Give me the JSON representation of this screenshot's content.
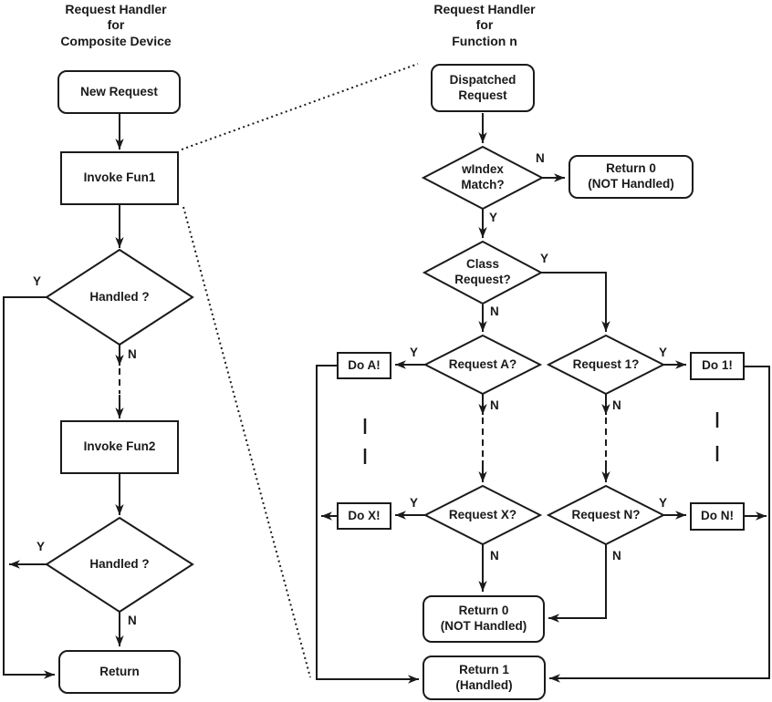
{
  "colors": {
    "ink": "#1a1a1a",
    "paper": "#ffffff"
  },
  "edge_labels": {
    "yes": "Y",
    "no": "N"
  },
  "left_chart": {
    "title": "Request Handler\nfor\nComposite Device",
    "nodes": {
      "new_request": "New Request",
      "invoke_fun1": "Invoke Fun1",
      "handled_1": "Handled ?",
      "invoke_fun2": "Invoke Fun2",
      "handled_2": "Handled ?",
      "return": "Return"
    }
  },
  "right_chart": {
    "title": "Request Handler\nfor\nFunction n",
    "nodes": {
      "dispatched_request": "Dispatched\nRequest",
      "windex_match": "wIndex\nMatch?",
      "return_0_top": "Return 0\n(NOT Handled)",
      "class_request": "Class\nRequest?",
      "request_a": "Request A?",
      "request_1": "Request 1?",
      "do_a": "Do A!",
      "do_1": "Do 1!",
      "request_x": "Request X?",
      "request_n": "Request N?",
      "do_x": "Do X!",
      "do_n": "Do N!",
      "return_0_bottom": "Return 0\n(NOT Handled)",
      "return_1": "Return 1\n(Handled)"
    }
  }
}
